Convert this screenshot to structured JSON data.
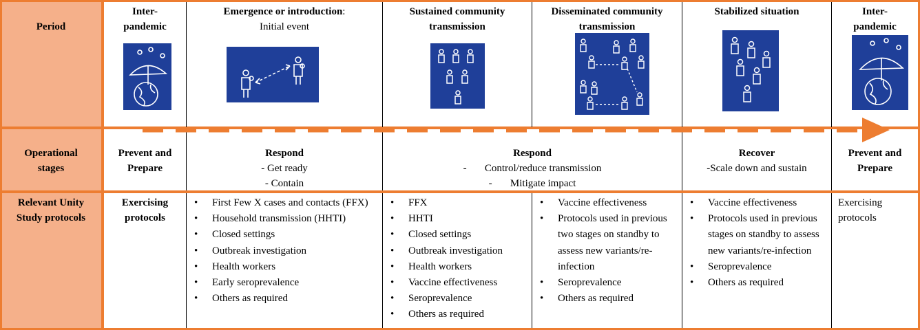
{
  "rows": {
    "period": "Period",
    "operational": [
      "Operational",
      "stages"
    ],
    "protocols": [
      "Relevant Unity",
      "Study protocols"
    ]
  },
  "periods": {
    "inter1": [
      "Inter-",
      "pandemic"
    ],
    "emergence_bold": "Emergence or introduction",
    "emergence_colon": ":",
    "emergence_sub": "Initial event",
    "sustained": [
      "Sustained community",
      "transmission"
    ],
    "disseminated": [
      "Disseminated community",
      "transmission"
    ],
    "stabilized": "Stabilized situation",
    "inter2": [
      "Inter-",
      "pandemic"
    ]
  },
  "stages": {
    "prevent1": [
      "Prevent and",
      "Prepare"
    ],
    "respond1_title": "Respond",
    "respond1_items": [
      "- Get ready",
      "- Contain"
    ],
    "respond2_title": "Respond",
    "respond2_items": [
      "-       Control/reduce transmission",
      "-       Mitigate impact"
    ],
    "recover_title": "Recover",
    "recover_item": "-Scale down and sustain",
    "prevent2": [
      "Prevent and",
      "Prepare"
    ]
  },
  "protocols": {
    "col1": [
      "Exercising",
      "protocols"
    ],
    "col2": [
      "First Few X cases and contacts (FFX)",
      "Household transmission (HHTI)",
      "Closed settings",
      "Outbreak investigation",
      "Health workers",
      "Early seroprevalence",
      "Others as required"
    ],
    "col3": [
      "FFX",
      "HHTI",
      "Closed settings",
      "Outbreak investigation",
      "Health workers",
      "Vaccine effectiveness",
      "Seroprevalence",
      "Others as required"
    ],
    "col4": [
      "Vaccine effectiveness",
      "Protocols used in previous two stages on standby to assess new variants/re-infection",
      "Seroprevalence",
      "Others as required"
    ],
    "col5": [
      "Vaccine effectiveness",
      "Protocols used in previous stages on standby to assess new variants/re-infection",
      "Seroprevalence",
      "Others as required"
    ],
    "col6": [
      "Exercising",
      "protocols"
    ]
  },
  "icons": [
    "globe-umbrella-virus-icon",
    "person-to-person-transmission-icon",
    "community-cluster-icon",
    "network-transmission-icon",
    "stable-population-icon",
    "globe-umbrella-virus-icon"
  ],
  "colors": {
    "header_fill": "#f5b08a",
    "accent_orange": "#ed7d31",
    "icon_blue": "#1f3f99"
  }
}
